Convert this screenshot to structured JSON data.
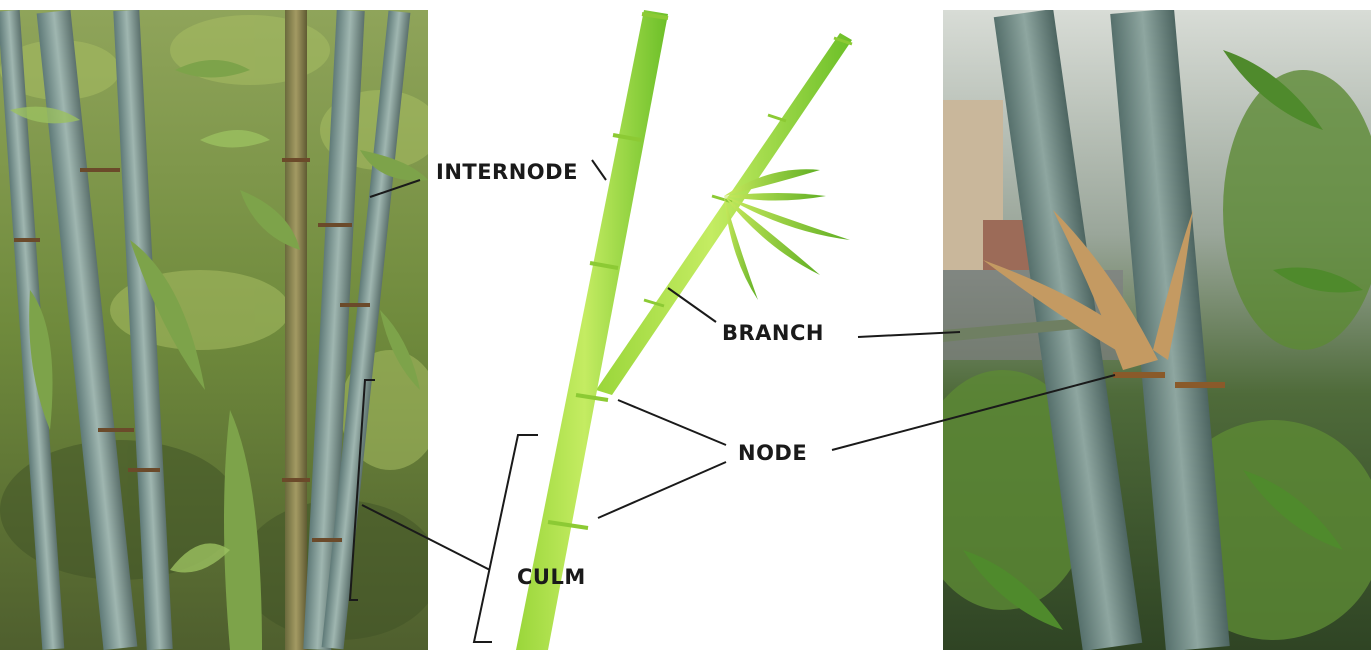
{
  "labels": {
    "internode": "INTERNODE",
    "branch": "BRANCH",
    "node": "NODE",
    "culm": "CULM"
  },
  "colors": {
    "stem_light": "#b5e24f",
    "stem_dark": "#6cc02a",
    "leaf_light": "#c9ea5e",
    "leaf_dark": "#5fae23",
    "label_text": "#1a1a1a",
    "leader_line": "#1a1a1a"
  },
  "photos": {
    "left": "bamboo-grove-photo",
    "right": "bamboo-branch-node-photo"
  }
}
